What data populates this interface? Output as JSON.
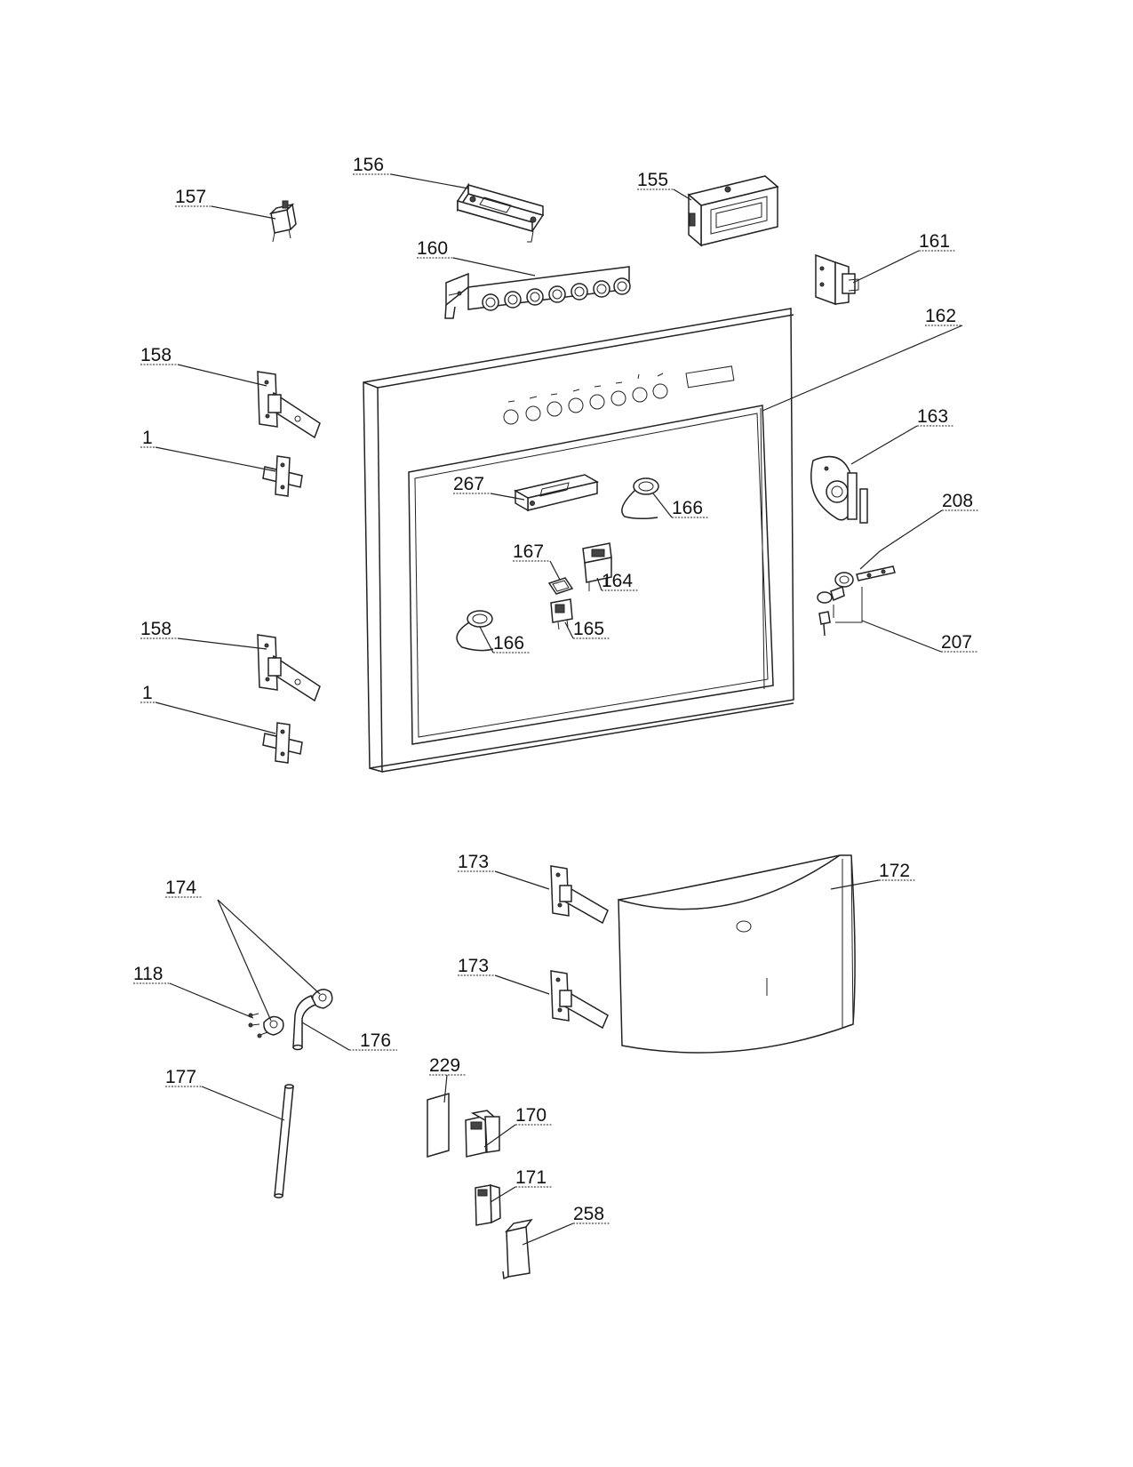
{
  "callouts": [
    {
      "id": "c156",
      "text": "156"
    },
    {
      "id": "c157",
      "text": "157"
    },
    {
      "id": "c155",
      "text": "155"
    },
    {
      "id": "c160",
      "text": "160"
    },
    {
      "id": "c161",
      "text": "161"
    },
    {
      "id": "c162",
      "text": "162"
    },
    {
      "id": "c158a",
      "text": "158"
    },
    {
      "id": "c1a",
      "text": "1"
    },
    {
      "id": "c163",
      "text": "163"
    },
    {
      "id": "c267",
      "text": "267"
    },
    {
      "id": "c166a",
      "text": "166"
    },
    {
      "id": "c208",
      "text": "208"
    },
    {
      "id": "c167",
      "text": "167"
    },
    {
      "id": "c164",
      "text": "164"
    },
    {
      "id": "c207",
      "text": "207"
    },
    {
      "id": "c165",
      "text": "165"
    },
    {
      "id": "c158b",
      "text": "158"
    },
    {
      "id": "c166b",
      "text": "166"
    },
    {
      "id": "c1b",
      "text": "1"
    },
    {
      "id": "c173a",
      "text": "173"
    },
    {
      "id": "c172",
      "text": "172"
    },
    {
      "id": "c174",
      "text": "174"
    },
    {
      "id": "c173b",
      "text": "173"
    },
    {
      "id": "c118",
      "text": "118"
    },
    {
      "id": "c176",
      "text": "176"
    },
    {
      "id": "c229",
      "text": "229"
    },
    {
      "id": "c177",
      "text": "177"
    },
    {
      "id": "c170",
      "text": "170"
    },
    {
      "id": "c171",
      "text": "171"
    },
    {
      "id": "c258",
      "text": "258"
    }
  ]
}
